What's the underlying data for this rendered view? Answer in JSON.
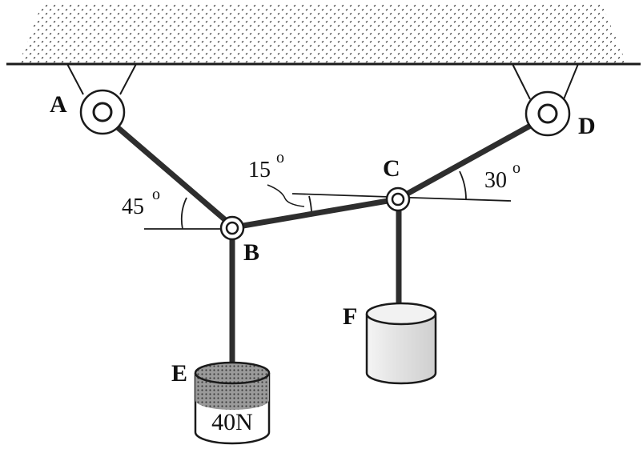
{
  "diagram": {
    "points": {
      "A": "A",
      "B": "B",
      "C": "C",
      "D": "D",
      "E": "E",
      "F": "F"
    },
    "angles": {
      "at_B": {
        "value": "45",
        "unit": "o"
      },
      "at_C_rope": {
        "value": "15",
        "unit": "o"
      },
      "at_C": {
        "value": "30",
        "unit": "o"
      }
    },
    "weights": {
      "E": "40N"
    },
    "colors": {
      "rope": "#2e2e2e",
      "line": "#1a1a1a",
      "ceiling_fill": "#ffffff",
      "weight_E_top": "#7d7d7d",
      "weight_F_body": "#e6e6e6"
    }
  }
}
